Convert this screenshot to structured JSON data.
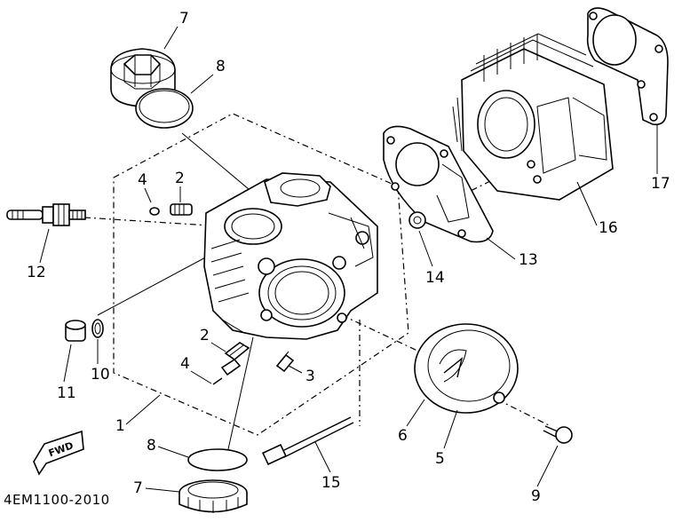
{
  "labels": {
    "l1": "1",
    "l2a": "2",
    "l2b": "2",
    "l3": "3",
    "l4a": "4",
    "l4b": "4",
    "l5": "5",
    "l6": "6",
    "l7a": "7",
    "l7b": "7",
    "l8a": "8",
    "l8b": "8",
    "l9": "9",
    "l10": "10",
    "l11": "11",
    "l12": "12",
    "l13": "13",
    "l14": "14",
    "l15": "15",
    "l16": "16",
    "l17": "17"
  },
  "fwd_label": "FWD",
  "diagram_code": "4EM1100-2010"
}
